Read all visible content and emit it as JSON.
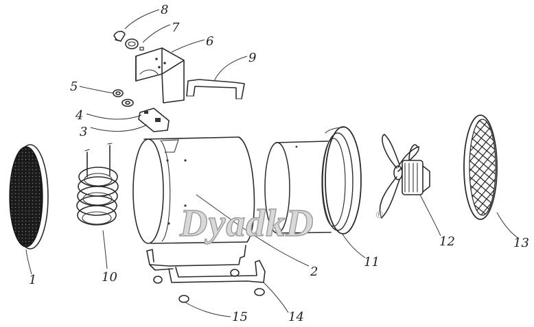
{
  "diagram": {
    "part_numbers": [
      "1",
      "2",
      "3",
      "4",
      "5",
      "6",
      "7",
      "8",
      "9",
      "10",
      "11",
      "12",
      "13",
      "14",
      "15"
    ],
    "watermark": {
      "text": "DyadkD",
      "mark": "®"
    }
  }
}
